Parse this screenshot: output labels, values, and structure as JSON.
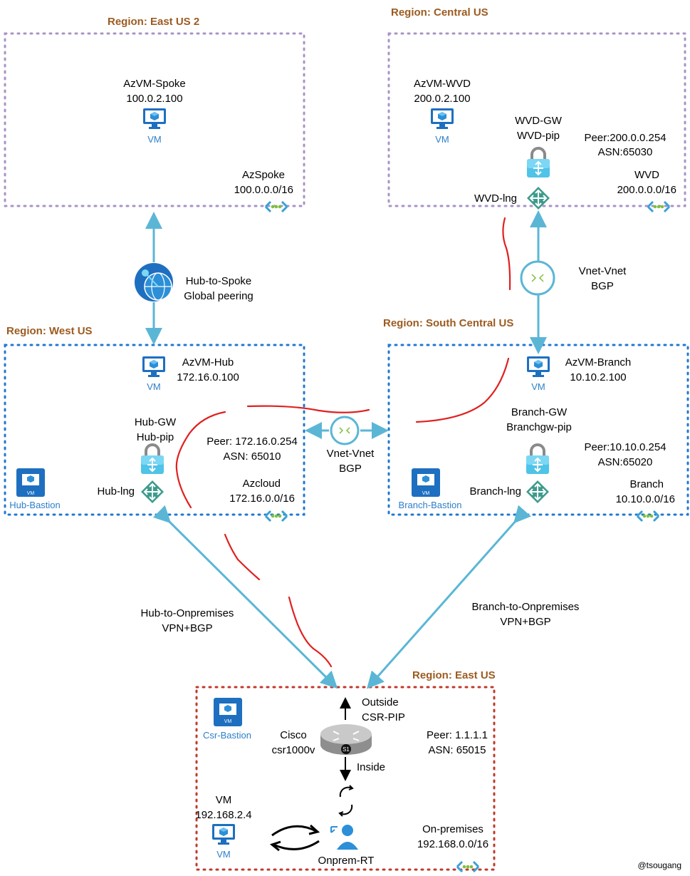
{
  "regions": {
    "east_us2": "Region: East US 2",
    "central_us": "Region: Central US",
    "west_us": "Region: West US",
    "south_central_us": "Region: South Central US",
    "east_us": "Region: East US"
  },
  "azspoke": {
    "vm_name": "AzVM-Spoke",
    "vm_ip": "100.0.2.100",
    "vm_label": "VM",
    "vnet_name": "AzSpoke",
    "vnet_cidr": "100.0.0.0/16"
  },
  "wvd": {
    "vm_name": "AzVM-WVD",
    "vm_ip": "200.0.2.100",
    "vm_label": "VM",
    "gw_name": "WVD-GW",
    "gw_pip": "WVD-pip",
    "peer": "Peer:200.0.0.254",
    "asn": "ASN:65030",
    "vnet_name": "WVD",
    "vnet_cidr": "200.0.0.0/16",
    "lng": "WVD-lng"
  },
  "hub": {
    "vm_name": "AzVM-Hub",
    "vm_ip": "172.16.0.100",
    "vm_label": "VM",
    "gw_name": "Hub-GW",
    "gw_pip": "Hub-pip",
    "peer": "Peer: 172.16.0.254",
    "asn": "ASN: 65010",
    "vnet_name": "Azcloud",
    "vnet_cidr": "172.16.0.0/16",
    "lng": "Hub-lng",
    "bastion": "Hub-Bastion",
    "bastion_icon": "VM"
  },
  "branch": {
    "vm_name": "AzVM-Branch",
    "vm_ip": "10.10.2.100",
    "vm_label": "VM",
    "gw_name": "Branch-GW",
    "gw_pip": "Branchgw-pip",
    "peer": "Peer:10.10.0.254",
    "asn": "ASN:65020",
    "vnet_name": "Branch",
    "vnet_cidr": "10.10.0.0/16",
    "lng": "Branch-lng",
    "bastion": "Branch-Bastion",
    "bastion_icon": "VM"
  },
  "onprem": {
    "outside": "Outside",
    "csr_pip": "CSR-PIP",
    "router_line1": "Cisco",
    "router_line2": "csr1000v",
    "inside": "Inside",
    "peer": "Peer: 1.1.1.1",
    "asn": "ASN: 65015",
    "vm_name": "VM",
    "vm_ip": "192.168.2.4",
    "vm_label": "VM",
    "rt_name": "Onprem-RT",
    "net_name": "On-premises",
    "net_cidr": "192.168.0.0/16",
    "bastion": "Csr-Bastion",
    "bastion_icon": "VM",
    "router_badge": "S1"
  },
  "links": {
    "hub_spoke_1": "Hub-to-Spoke",
    "hub_spoke_2": "Global peering",
    "vnet_vnet_top_1": "Vnet-Vnet",
    "vnet_vnet_top_2": "BGP",
    "vnet_vnet_mid_1": "Vnet-Vnet",
    "vnet_vnet_mid_2": "BGP",
    "hub_onprem_1": "Hub-to-Onpremises",
    "hub_onprem_2": "VPN+BGP",
    "branch_onprem_1": "Branch-to-Onpremises",
    "branch_onprem_2": "VPN+BGP"
  },
  "credit": "@tsougang",
  "colors": {
    "purple_border": "#a893c6",
    "blue_border": "#1f78d1",
    "red_border": "#c0392b",
    "region_text": "#9c5b20",
    "link_blue": "#5bb6d6",
    "vm_blue": "#2c7fc9",
    "red_mark": "#e02020"
  }
}
